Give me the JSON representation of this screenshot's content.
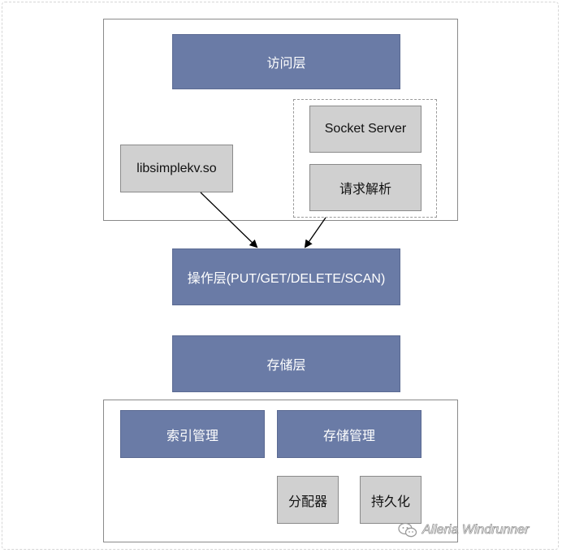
{
  "access_layer": {
    "title": "访问层",
    "lib_box": "libsimplekv.so",
    "server_group": {
      "socket_server": "Socket Server",
      "request_parse": "请求解析"
    }
  },
  "operation_layer": {
    "title": "操作层(PUT/GET/DELETE/SCAN)"
  },
  "storage_layer": {
    "title": "存储层",
    "index_mgmt": "索引管理",
    "storage_mgmt": "存储管理",
    "allocator": "分配器",
    "persistence": "持久化"
  },
  "watermark": {
    "text": "Alleria Windrunner",
    "icon": "wechat-icon"
  },
  "colors": {
    "blue_box": "#6a7ba6",
    "grey_box": "#d0d0d0"
  }
}
